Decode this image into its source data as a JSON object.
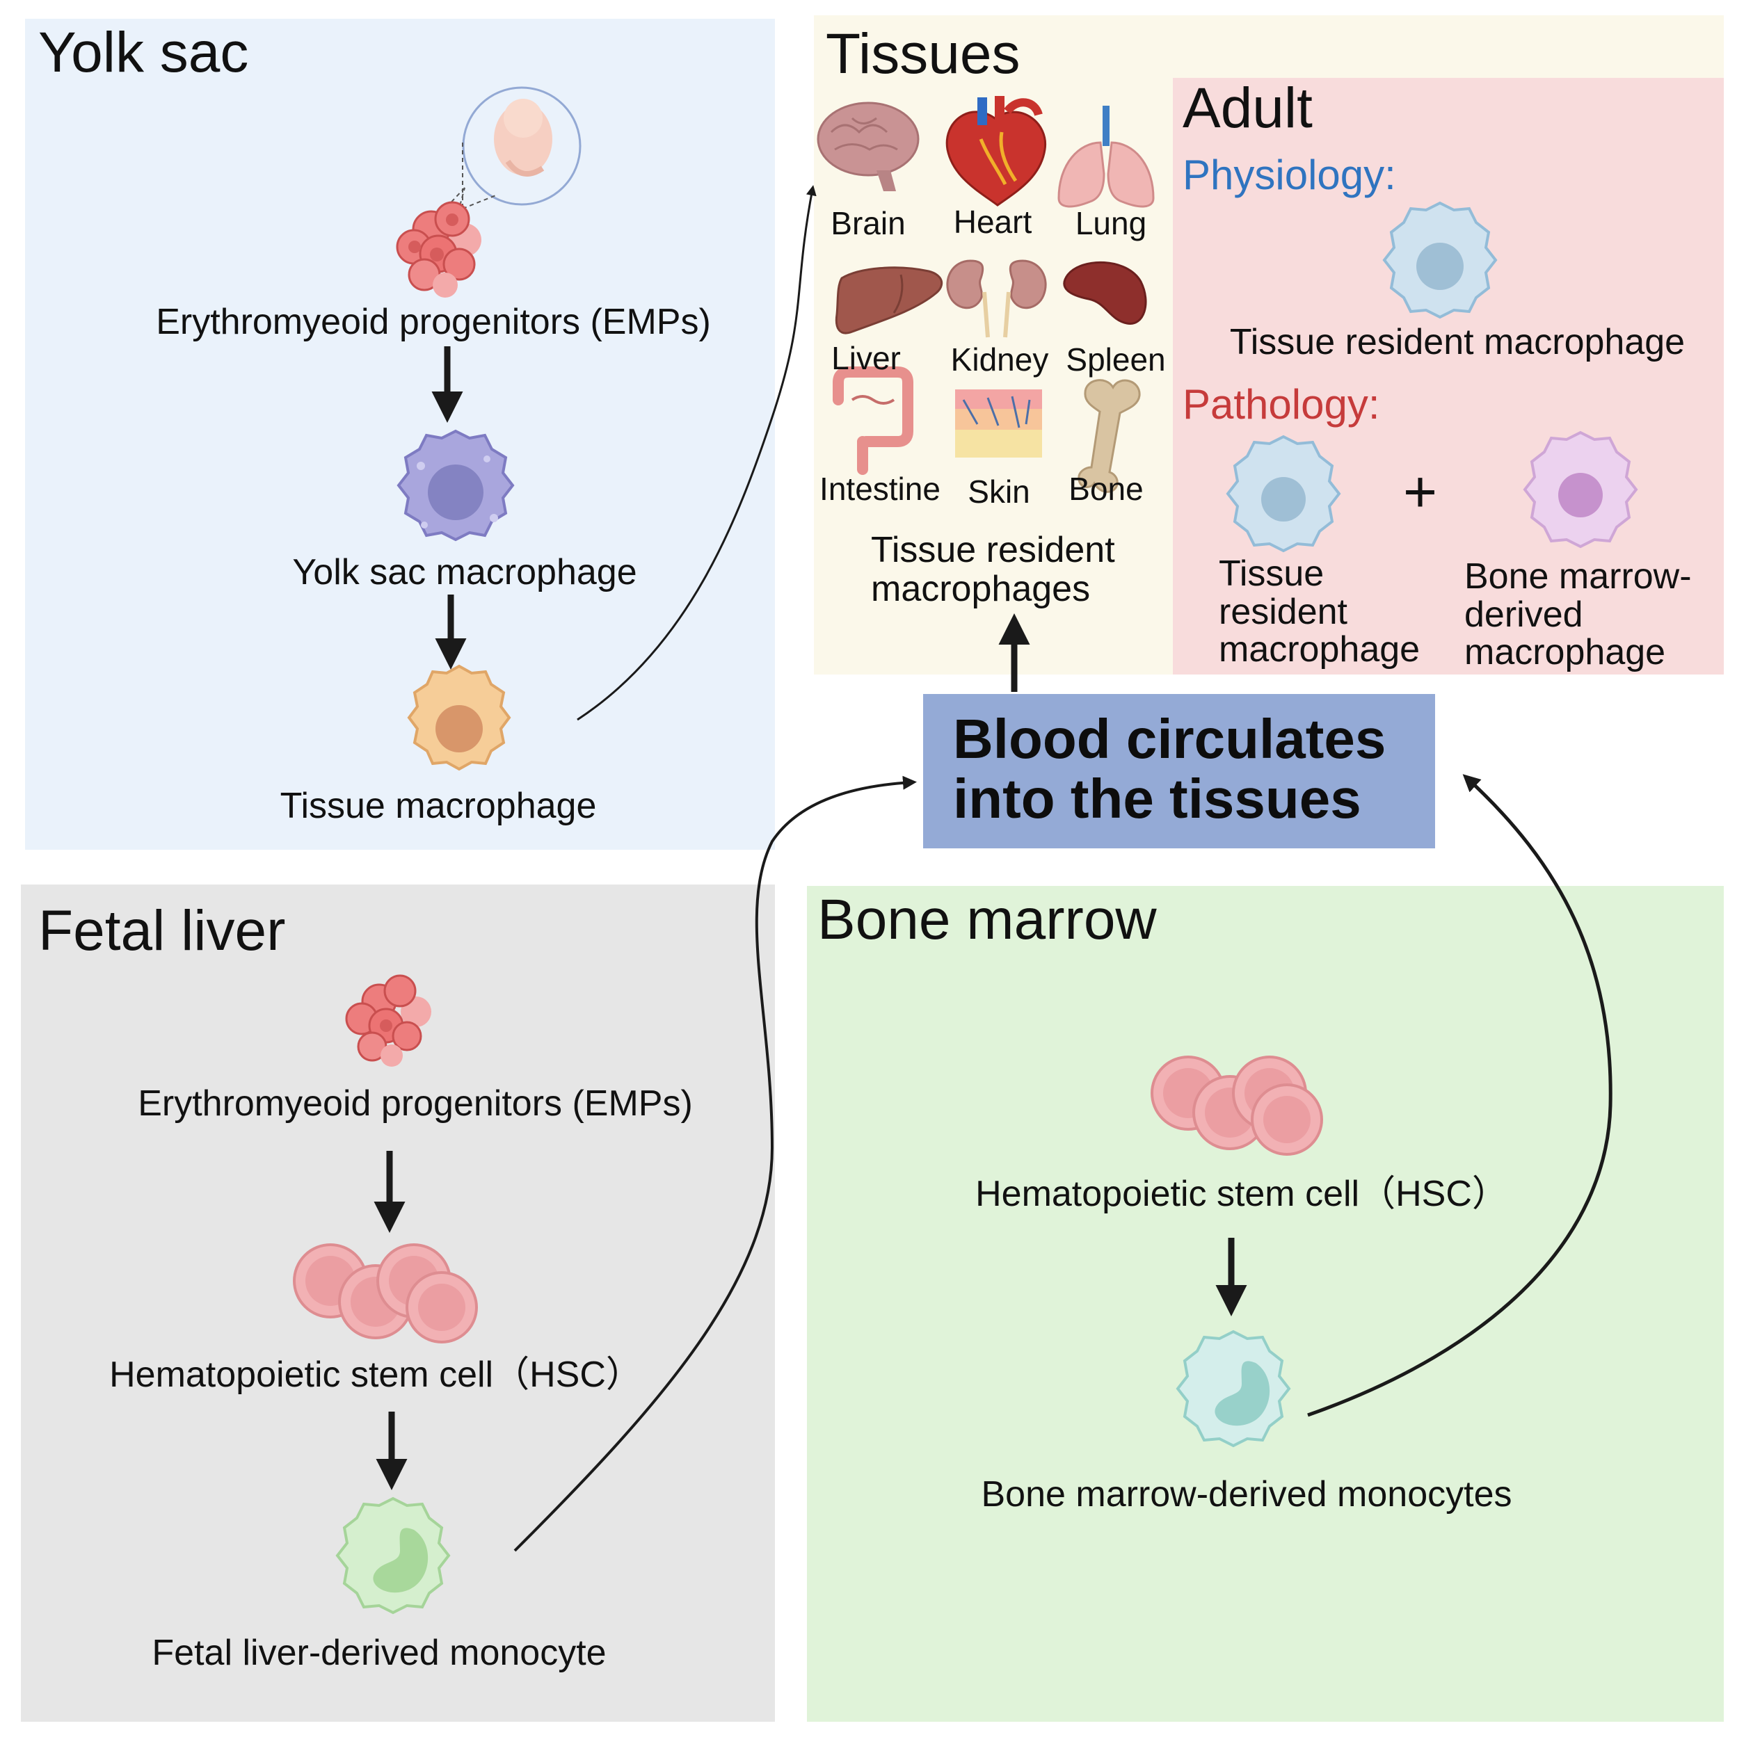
{
  "colors": {
    "yolk_bg": "#eaf2fb",
    "fetal_bg": "#e6e6e6",
    "bone_bg": "#e0f3d9",
    "tissues_bg": "#fbf8ea",
    "adult_bg": "#f8dcdc",
    "blood_bg": "#94aad6",
    "physiology": "#2f74c0",
    "pathology": "#c63b3b"
  },
  "yolk_sac": {
    "title": "Yolk sac",
    "emp_label": "Erythromyeoid progenitors (EMPs)",
    "yolk_mac_label": "Yolk sac macrophage",
    "tissue_mac_label": "Tissue macrophage"
  },
  "fetal_liver": {
    "title": "Fetal liver",
    "emp_label": "Erythromyeoid progenitors (EMPs)",
    "hsc_label": "Hematopoietic stem cell（HSC）",
    "monocyte_label": "Fetal liver-derived monocyte"
  },
  "bone_marrow": {
    "title": "Bone marrow",
    "hsc_label": "Hematopoietic stem cell（HSC）",
    "monocyte_label": "Bone marrow-derived monocytes"
  },
  "tissues": {
    "title": "Tissues",
    "organs": [
      {
        "name": "Brain",
        "icon": "brain-icon"
      },
      {
        "name": "Heart",
        "icon": "heart-icon"
      },
      {
        "name": "Lung",
        "icon": "lung-icon"
      },
      {
        "name": "Liver",
        "icon": "liver-icon"
      },
      {
        "name": "Kidney",
        "icon": "kidney-icon"
      },
      {
        "name": "Spleen",
        "icon": "spleen-icon"
      },
      {
        "name": "Intestine",
        "icon": "intestine-icon"
      },
      {
        "name": "Skin",
        "icon": "skin-icon"
      },
      {
        "name": "Bone",
        "icon": "bone-icon"
      }
    ],
    "footer_label": "Tissue resident\nmacrophages"
  },
  "adult": {
    "title": "Adult",
    "physiology_label": "Physiology:",
    "physiology_cell_label": "Tissue resident macrophage",
    "pathology_label": "Pathology:",
    "plus": "+",
    "pathology_cell1_label": "Tissue\nresident\nmacrophage",
    "pathology_cell2_label": "Bone marrow-\nderived\nmacrophage"
  },
  "blood": {
    "label": "Blood circulates\ninto the tissues"
  }
}
